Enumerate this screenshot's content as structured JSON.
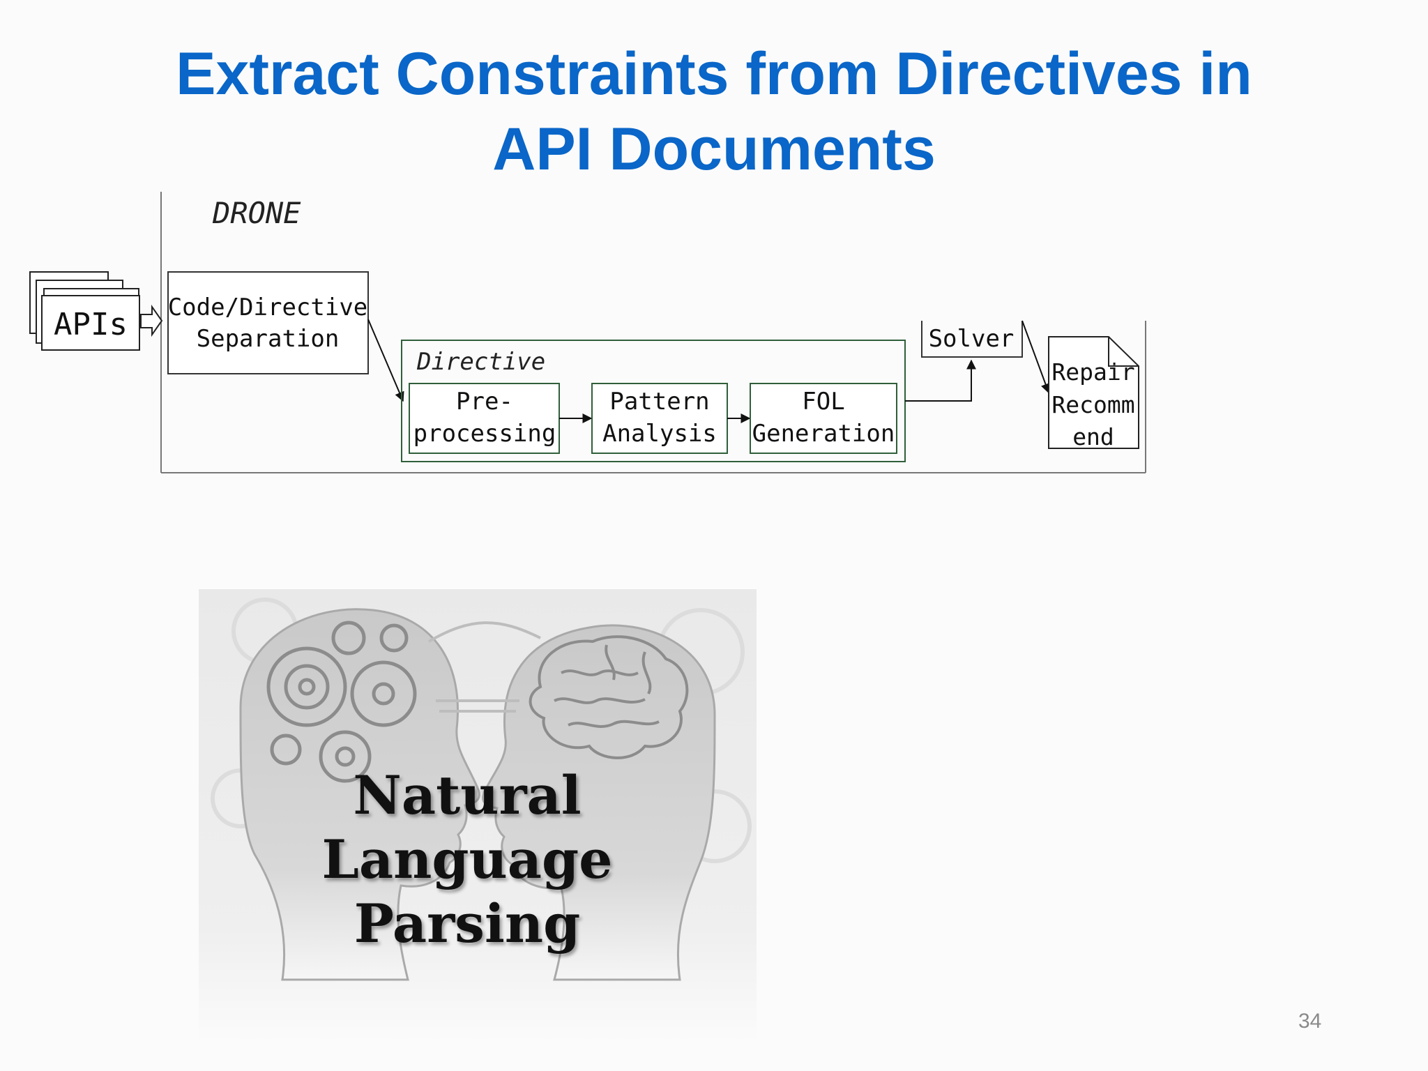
{
  "slide": {
    "title_line1": "Extract Constraints from Directives in",
    "title_line2": "API Documents",
    "page_number": "34"
  },
  "diagram": {
    "system_label": "DRONE",
    "input_label": "APIs",
    "separation_line1": "Code/Directive",
    "separation_line2": "Separation",
    "directive_group_label": "Directive",
    "preprocessing_line1": "Pre-",
    "preprocessing_line2": "processing",
    "pattern_line1": "Pattern",
    "pattern_line2": "Analysis",
    "fol_line1": "FOL",
    "fol_line2": "Generation",
    "solver_label": "Solver",
    "repair_line1": "Repair",
    "repair_line2": "Recomm",
    "repair_line3": "end"
  },
  "illustration": {
    "icon": "two-heads-gears-brain-icon",
    "caption_line1": "Natural Language",
    "caption_line2": "Parsing"
  }
}
